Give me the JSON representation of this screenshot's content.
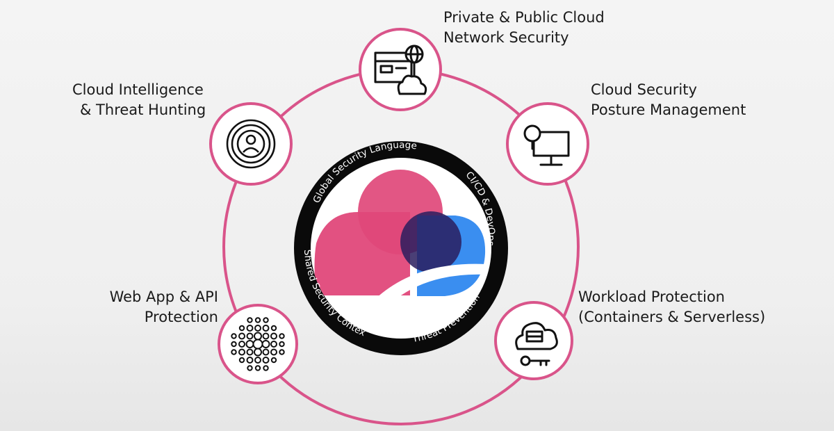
{
  "center": {
    "arc_labels": {
      "top": "Global Security Language",
      "right": "CI/CD & DevOps",
      "bottom": "Threat Prevention",
      "left": "Shared Security Context"
    }
  },
  "nodes": [
    {
      "id": "cloud-network",
      "icon": "browser-globe-cloud-icon",
      "lines": [
        "Private & Public Cloud",
        "Network Security"
      ]
    },
    {
      "id": "cspm",
      "icon": "magnifier-monitor-icon",
      "lines": [
        "Cloud Security",
        "Posture Management"
      ]
    },
    {
      "id": "workload",
      "icon": "cloud-server-key-icon",
      "lines": [
        "Workload Protection",
        "(Containers & Serverless)"
      ]
    },
    {
      "id": "webapp",
      "icon": "dot-radial-icon",
      "lines": [
        "Web App & API",
        "Protection"
      ]
    },
    {
      "id": "threat-hunting",
      "icon": "target-person-icon",
      "lines": [
        "Cloud Intelligence",
        "& Threat Hunting"
      ]
    }
  ],
  "colors": {
    "ring": "#d9548a",
    "circle_border": "#d9548a",
    "pink": "#e0487a",
    "blue": "#3a8ef0",
    "dark_overlap": "#2a1d5e",
    "black_ring": "#0a0a0a"
  }
}
